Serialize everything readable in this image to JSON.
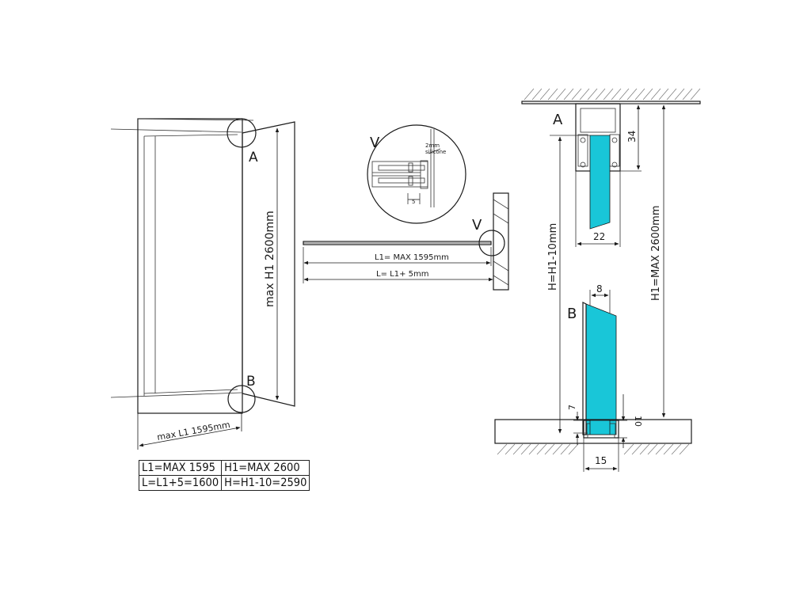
{
  "left_view": {
    "detail_a": "A",
    "detail_b": "B",
    "height_dim": "max H1 2600mm",
    "width_dim": "max L1 1595mm"
  },
  "table": [
    [
      "L1=MAX 1595",
      "H1=MAX 2600"
    ],
    [
      "L=L1+5=1600",
      "H=H1-10=2590"
    ]
  ],
  "top_view": {
    "detail_v": "V",
    "zoom_label": "V",
    "silicone_gap": "2mm",
    "silicone_text": "silicone",
    "gap_s": "5",
    "dim_l1": "L1= MAX 1595mm",
    "dim_l": "L= L1+ 5mm"
  },
  "section_view": {
    "label_a": "A",
    "label_b": "B",
    "dim_top_profile": "34",
    "dim_top_width": "22",
    "dim_glass_thickness": "8",
    "dim_h": "H=H1-10mm",
    "dim_h1": "H1=MAX 2600mm",
    "dim_bottom_left": "7",
    "dim_bottom_right": "10",
    "dim_bottom_width": "15"
  },
  "colors": {
    "glass": "#19c6d8",
    "line": "#1a1a1a"
  }
}
